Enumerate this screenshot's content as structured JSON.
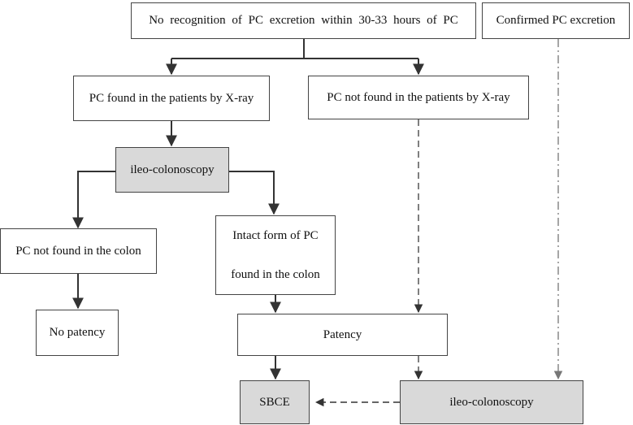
{
  "nodes": {
    "no_recognition": "No recognition of PC excretion within 30-33 hours of PC",
    "confirmed_excretion": "Confirmed PC excretion",
    "pc_found_xray": "PC found in the patients by X-ray",
    "pc_not_found_xray": "PC not found in the patients by X-ray",
    "ileo_colonoscopy_1": "ileo-colonoscopy",
    "pc_not_found_colon": "PC not found in the colon",
    "intact_form": "Intact form of PC\nfound in the colon",
    "no_patency": "No patency",
    "patency": "Patency",
    "sbce": "SBCE",
    "ileo_colonoscopy_2": "ileo-colonoscopy"
  },
  "styles": {
    "line_color": "#333333",
    "dashed_color": "#555555",
    "dashdot_color": "#888888",
    "gray_fill": "#d9d9d9"
  }
}
